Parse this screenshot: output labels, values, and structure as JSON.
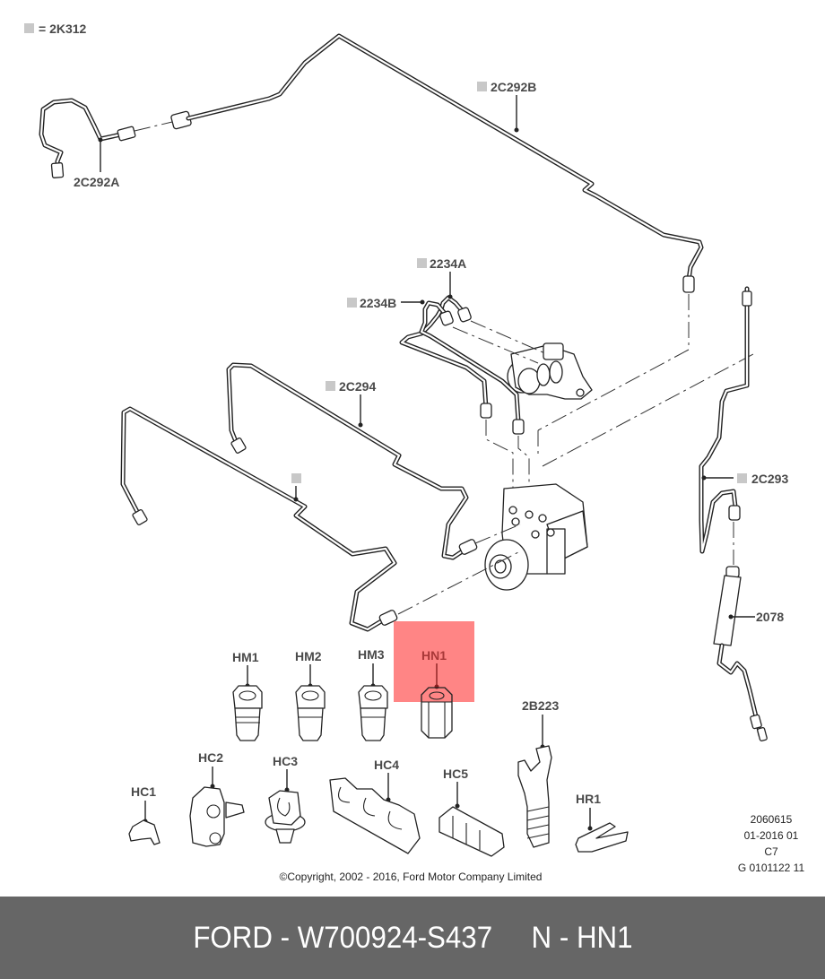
{
  "legend": {
    "symbol": "grey-square",
    "text": "= 2K312"
  },
  "labels": {
    "2C292A": "2C292A",
    "2C292B": "2C292B",
    "2234A": "2234A",
    "2234B": "2234B",
    "2C294": "2C294",
    "2C293": "2C293",
    "2078": "2078",
    "HM1": "HM1",
    "HM2": "HM2",
    "HM3": "HM3",
    "HN1": "HN1",
    "2B223": "2B223",
    "HC1": "HC1",
    "HC2": "HC2",
    "HC3": "HC3",
    "HC4": "HC4",
    "HC5": "HC5",
    "HR1": "HR1"
  },
  "highlight": {
    "part": "HN1",
    "color": "#ff7070"
  },
  "metadata": [
    "2060615",
    "01-2016 01",
    "C7",
    "G 0101122 11"
  ],
  "copyright": "©Copyright, 2002 - 2016, Ford Motor Company Limited",
  "banner": {
    "text": "FORD - W700924-S437     N - HN1",
    "background": "#666666",
    "color": "#ffffff"
  }
}
